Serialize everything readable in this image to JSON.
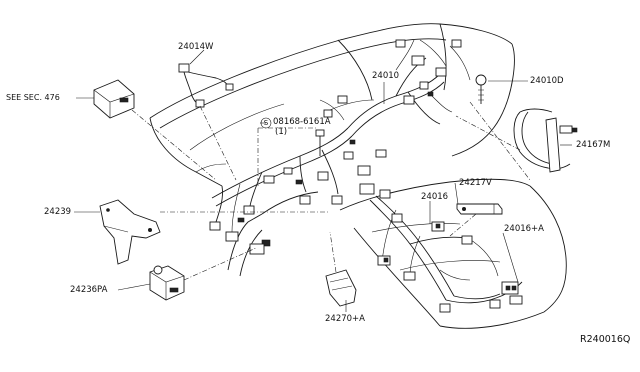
{
  "diagram": {
    "part_labels": {
      "p24014W": "24014W",
      "p24010": "24010",
      "p24010D": "24010D",
      "see_sec": "SEE SEC. 476",
      "bolt_code": "08168-6161A",
      "bolt_qty": "(1)",
      "bolt_symbol": "S",
      "p24167M": "24167M",
      "p24217V": "24217V",
      "p24016": "24016",
      "p24016A": "24016+A",
      "p24239": "24239",
      "p24236PA": "24236PA",
      "p24270A": "24270+A"
    },
    "diagram_code": "R240016Q"
  }
}
